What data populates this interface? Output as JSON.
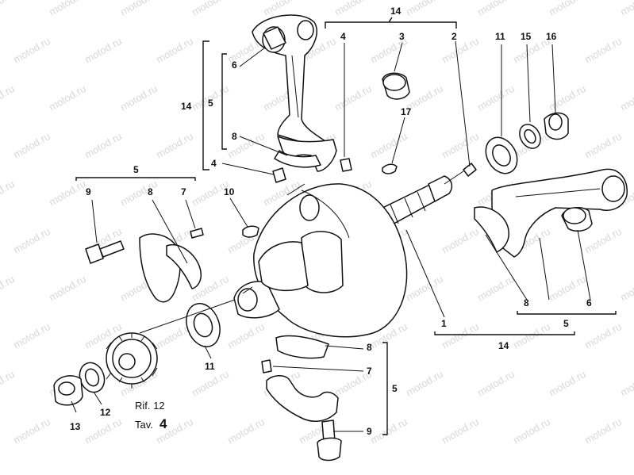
{
  "watermark": "motod.ru",
  "labels": [
    {
      "id": "l1",
      "text": "1"
    },
    {
      "id": "l2",
      "text": "2"
    },
    {
      "id": "l3",
      "text": "3"
    },
    {
      "id": "l4a",
      "text": "4"
    },
    {
      "id": "l4b",
      "text": "4"
    },
    {
      "id": "l5a",
      "text": "5"
    },
    {
      "id": "l5b",
      "text": "5"
    },
    {
      "id": "l5c",
      "text": "5"
    },
    {
      "id": "l5d",
      "text": "5"
    },
    {
      "id": "l6a",
      "text": "6"
    },
    {
      "id": "l6b",
      "text": "6"
    },
    {
      "id": "l7a",
      "text": "7"
    },
    {
      "id": "l7b",
      "text": "7"
    },
    {
      "id": "l8a",
      "text": "8"
    },
    {
      "id": "l8b",
      "text": "8"
    },
    {
      "id": "l8c",
      "text": "8"
    },
    {
      "id": "l8d",
      "text": "8"
    },
    {
      "id": "l9a",
      "text": "9"
    },
    {
      "id": "l9b",
      "text": "9"
    },
    {
      "id": "l10",
      "text": "10"
    },
    {
      "id": "l11a",
      "text": "11"
    },
    {
      "id": "l11b",
      "text": "11"
    },
    {
      "id": "l12",
      "text": "12"
    },
    {
      "id": "l13",
      "text": "13"
    },
    {
      "id": "l14a",
      "text": "14"
    },
    {
      "id": "l14b",
      "text": "14"
    },
    {
      "id": "l14c",
      "text": "14"
    },
    {
      "id": "l15",
      "text": "15"
    },
    {
      "id": "l16",
      "text": "16"
    },
    {
      "id": "l17",
      "text": "17"
    }
  ],
  "reference": {
    "rif": "Rif. 12",
    "tav_prefix": "Tav.",
    "tav_number": "4"
  }
}
